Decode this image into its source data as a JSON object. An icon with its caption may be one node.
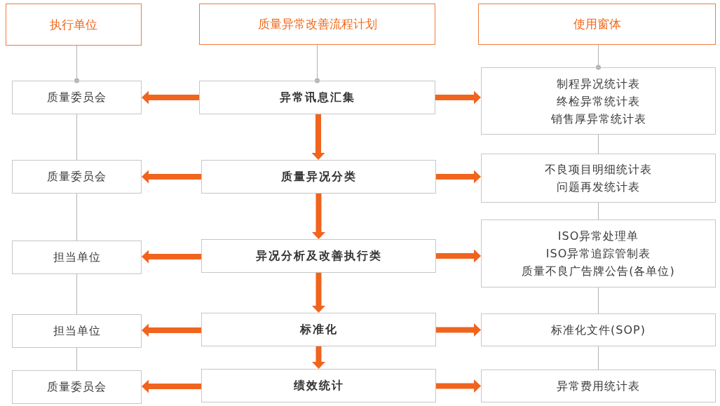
{
  "diagram": {
    "nodes": [
      {
        "text": [
          "执行单位"
        ]
      },
      {
        "text": [
          "质量异常改善流程计划"
        ]
      },
      {
        "text": [
          "使用窗体"
        ]
      },
      {
        "text": [
          "质量委员会"
        ]
      },
      {
        "text": [
          "异常讯息汇集"
        ]
      },
      {
        "text": [
          "制程异况统计表",
          "终检异常统计表",
          "销售厚异常统计表"
        ]
      },
      {
        "text": [
          "质量委员会"
        ]
      },
      {
        "text": [
          "质量异况分类"
        ]
      },
      {
        "text": [
          "不良项目明细统计表",
          "问题再发统计表"
        ]
      },
      {
        "text": [
          "担当单位"
        ]
      },
      {
        "text": [
          "异况分析及改善执行类"
        ]
      },
      {
        "text": [
          "ISO异常处理单",
          "ISO异常追踪管制表",
          "质量不良广告牌公告(各单位)"
        ]
      },
      {
        "text": [
          "担当单位"
        ]
      },
      {
        "text": [
          "标准化"
        ]
      },
      {
        "text": [
          "标准化文件(SOP)"
        ]
      },
      {
        "text": [
          "质量委员会"
        ]
      },
      {
        "text": [
          "绩效统计"
        ]
      },
      {
        "text": [
          "异常费用统计表"
        ]
      }
    ],
    "edges": [
      {
        "from": 0,
        "to": 3,
        "arrow": "other",
        "color": "#b3b3b3"
      },
      {
        "from": 1,
        "to": 4,
        "arrow": "other",
        "color": "#b3b3b3"
      },
      {
        "from": 2,
        "to": 5,
        "arrow": "other",
        "color": "#b3b3b3"
      },
      {
        "from": 4,
        "to": 3,
        "arrow": "to"
      },
      {
        "from": 4,
        "to": 5,
        "arrow": "to"
      },
      {
        "from": 3,
        "to": 6,
        "arrow": "none",
        "color": "#b3b3b3"
      },
      {
        "from": 4,
        "to": 7,
        "arrow": "to"
      },
      {
        "from": 5,
        "to": 8,
        "arrow": "none",
        "color": "#b3b3b3"
      },
      {
        "from": 7,
        "to": 6,
        "arrow": "to"
      },
      {
        "from": 7,
        "to": 8,
        "arrow": "to"
      },
      {
        "from": 6,
        "to": 9,
        "arrow": "none",
        "color": "#b3b3b3"
      },
      {
        "from": 7,
        "to": 10,
        "arrow": "to"
      },
      {
        "from": 8,
        "to": 11,
        "arrow": "none",
        "color": "#b3b3b3"
      },
      {
        "from": 10,
        "to": 9,
        "arrow": "to"
      },
      {
        "from": 10,
        "to": 11,
        "arrow": "to"
      },
      {
        "from": 9,
        "to": 12,
        "arrow": "none",
        "color": "#b3b3b3"
      },
      {
        "from": 10,
        "to": 13,
        "arrow": "to"
      },
      {
        "from": 11,
        "to": 14,
        "arrow": "none",
        "color": "#b3b3b3"
      },
      {
        "from": 13,
        "to": 12,
        "arrow": "to"
      },
      {
        "from": 13,
        "to": 14,
        "arrow": "to"
      },
      {
        "from": 12,
        "to": 15,
        "arrow": "none",
        "color": "#b3b3b3"
      },
      {
        "from": 13,
        "to": 16,
        "arrow": "to"
      },
      {
        "from": 14,
        "to": 17,
        "arrow": "none",
        "color": "#b3b3b3"
      },
      {
        "from": 16,
        "to": 15,
        "arrow": "to"
      },
      {
        "from": 16,
        "to": 17,
        "arrow": "to"
      }
    ]
  }
}
